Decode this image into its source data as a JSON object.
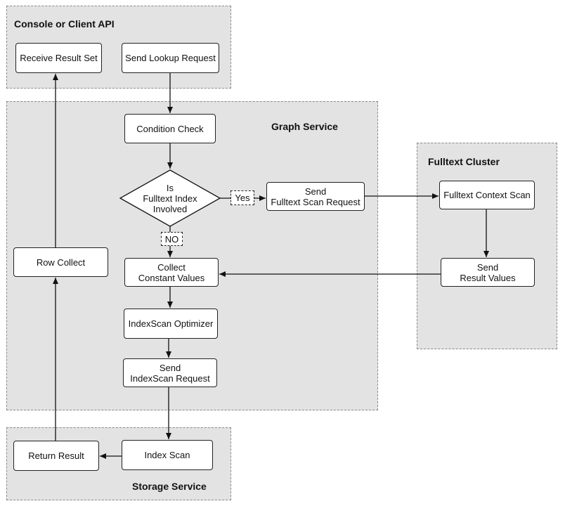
{
  "groups": {
    "console": "Console or Client API",
    "graph": "Graph Service",
    "fulltext": "Fulltext Cluster",
    "storage": "Storage Service"
  },
  "nodes": {
    "receive_result_set": "Receive Result Set",
    "send_lookup_request": "Send Lookup Request",
    "condition_check": "Condition Check",
    "decision": "Is\nFulltext Index\nInvolved",
    "send_fulltext_scan": "Send\nFulltext Scan Request",
    "fulltext_context_scan": "Fulltext Context Scan",
    "send_result_values": "Send\nResult Values",
    "row_collect": "Row Collect",
    "collect_constant_values": "Collect\nConstant Values",
    "indexscan_optimizer": "IndexScan Optimizer",
    "send_indexscan_request": "Send\nIndexScan Request",
    "return_result": "Return Result",
    "index_scan": "Index Scan"
  },
  "edge_labels": {
    "yes": "Yes",
    "no": "NO"
  }
}
